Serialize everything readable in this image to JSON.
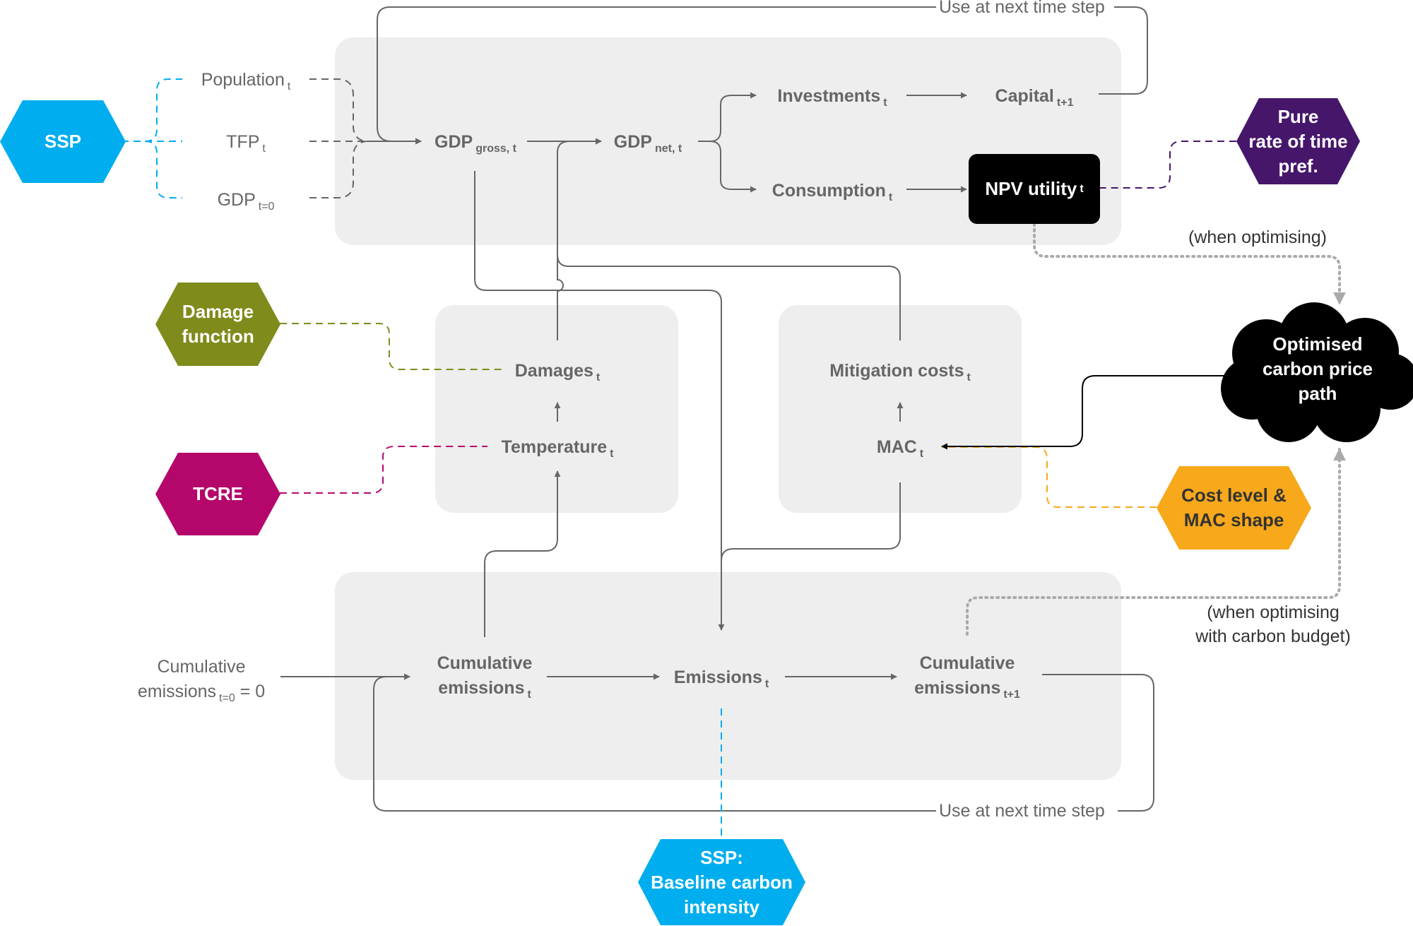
{
  "nodes": {
    "population": {
      "label": "Population",
      "sub": "t"
    },
    "tfp": {
      "label": "TFP",
      "sub": "t"
    },
    "gdp0": {
      "label": "GDP",
      "sub": "t=0"
    },
    "gdp_gross": {
      "label": "GDP",
      "sub": "gross, t"
    },
    "gdp_net": {
      "label": "GDP",
      "sub": "net, t"
    },
    "investments": {
      "label": "Investments",
      "sub": "t"
    },
    "capital": {
      "label": "Capital",
      "sub": "t+1"
    },
    "consumption": {
      "label": "Consumption",
      "sub": "t"
    },
    "npv_utility": {
      "label": "NPV utility",
      "sub": "t"
    },
    "damages": {
      "label": "Damages",
      "sub": "t"
    },
    "temperature": {
      "label": "Temperature",
      "sub": "t"
    },
    "mitigation_costs": {
      "label": "Mitigation costs",
      "sub": "t"
    },
    "mac": {
      "label": "MAC",
      "sub": "t"
    },
    "cum_init_line1": "Cumulative",
    "cum_init_line2": "emissions",
    "cum_init_sub": "t=0",
    "cum_init_value": "= 0",
    "cum_line1": "Cumulative",
    "cum_line2": "emissions",
    "cum_sub": "t",
    "emissions": {
      "label": "Emissions",
      "sub": "t"
    },
    "cum_next_line1": "Cumulative",
    "cum_next_line2": "emissions",
    "cum_next_sub": "t+1"
  },
  "inputs": {
    "ssp": "SSP",
    "pure_rate_line1": "Pure",
    "pure_rate_line2": "rate of time",
    "pure_rate_line3": "pref.",
    "damage_function_line1": "Damage",
    "damage_function_line2": "function",
    "tcre": "TCRE",
    "cost_level_line1": "Cost level &",
    "cost_level_line2": "MAC shape",
    "ssp_carbon_line1": "SSP:",
    "ssp_carbon_line2": "Baseline carbon",
    "ssp_carbon_line3": "intensity",
    "carbon_price_line1": "Optimised",
    "carbon_price_line2": "carbon price",
    "carbon_price_line3": "path"
  },
  "annotations": {
    "next_step_top": "Use at next time step",
    "next_step_bottom": "Use at next time step",
    "when_optimising": "(when optimising)",
    "when_budget_line1": "(when optimising",
    "when_budget_line2": "with carbon budget)"
  },
  "colors": {
    "ssp": "#00adee",
    "pure_rate": "#46166b",
    "damage_function": "#7f8b1b",
    "tcre": "#b5076b",
    "cost_level": "#f7a81b",
    "box": "#eeeeee",
    "arrow": "#666666",
    "dotted": "#aaaaaa"
  }
}
